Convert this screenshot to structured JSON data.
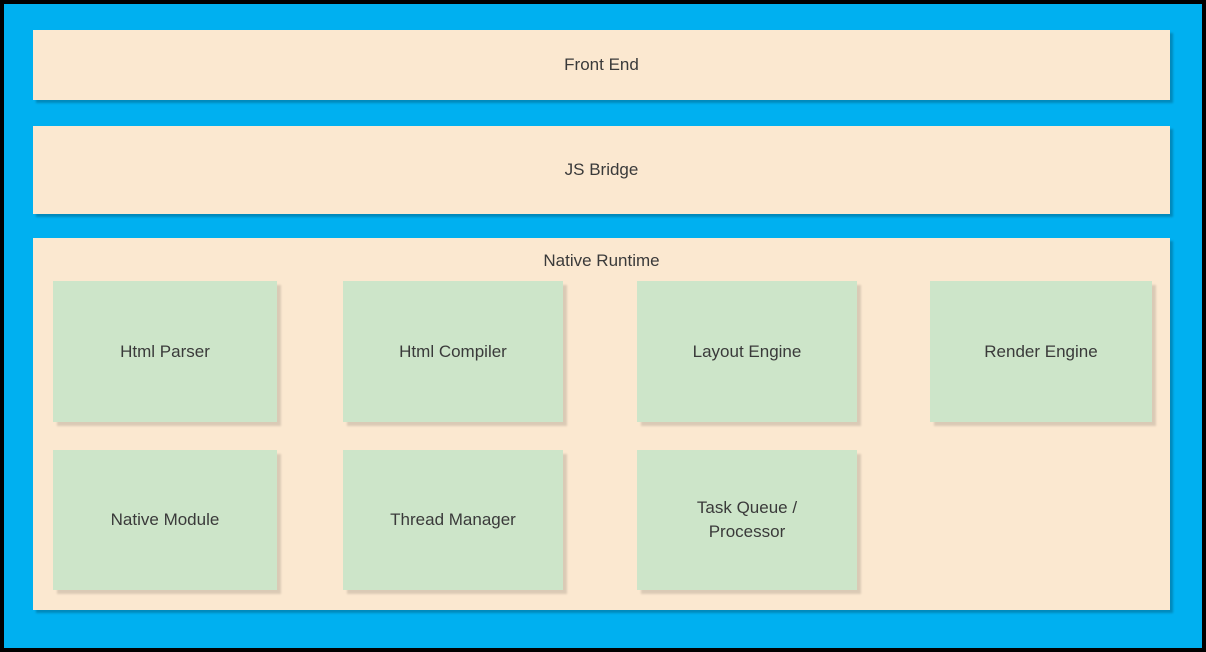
{
  "colors": {
    "canvas-blue": "#00B0F0",
    "panel-cream": "#FBE8D0",
    "box-green": "#CDE5C9",
    "text-dark": "#3A3A3A",
    "frame-black": "#000000"
  },
  "diagram": {
    "front_end": {
      "label": "Front End"
    },
    "js_bridge": {
      "label": "JS Bridge"
    },
    "native_runtime": {
      "label": "Native Runtime",
      "row1": [
        {
          "label": "Html Parser"
        },
        {
          "label": "Html Compiler"
        },
        {
          "label": "Layout Engine"
        },
        {
          "label": "Render Engine"
        }
      ],
      "row2": [
        {
          "label": "Native Module"
        },
        {
          "label": "Thread Manager"
        },
        {
          "label": "Task Queue /\nProcessor"
        }
      ]
    }
  }
}
